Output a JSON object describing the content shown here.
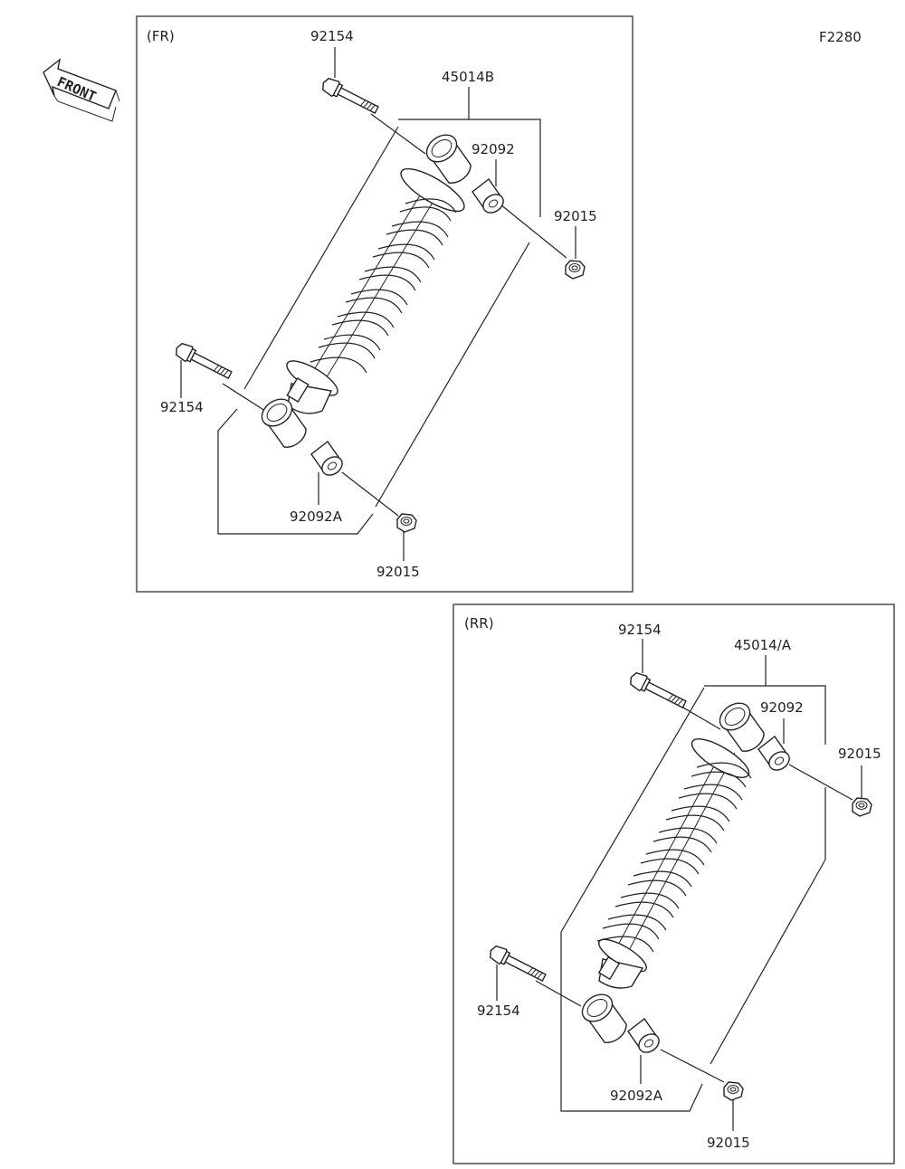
{
  "figure_code": "F2280",
  "front_arrow": {
    "label": "FRONT"
  },
  "front_section": {
    "title": "(FR)",
    "labels": {
      "bolt_top": "92154",
      "assembly": "45014B",
      "collar": "92092",
      "nut_top": "92015",
      "bolt_bottom": "92154",
      "collar_bottom": "92092A",
      "nut_bottom": "92015"
    }
  },
  "rear_section": {
    "title": "(RR)",
    "labels": {
      "bolt_top": "92154",
      "assembly": "45014/A",
      "collar": "92092",
      "nut_top": "92015",
      "bolt_bottom": "92154",
      "collar_bottom": "92092A",
      "nut_bottom": "92015"
    }
  }
}
